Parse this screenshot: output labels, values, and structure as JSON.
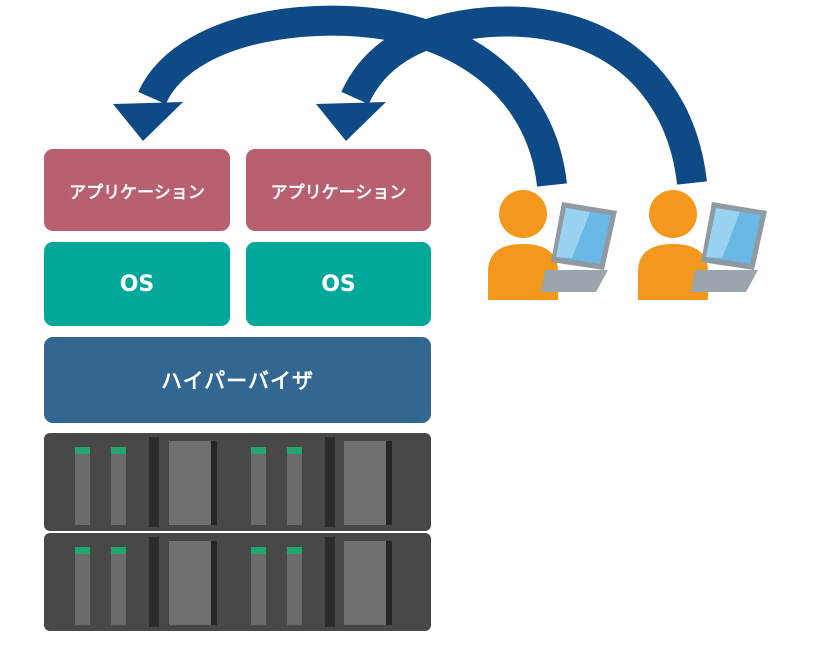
{
  "stack": {
    "apps": [
      "アプリケーション",
      "アプリケーション"
    ],
    "os": [
      "OS",
      "OS"
    ],
    "hypervisor": "ハイパーバイザ"
  },
  "colors": {
    "application": "#b86070",
    "os": "#00a89a",
    "hypervisor": "#316791",
    "arrow": "#0d4a86",
    "user": "#f3981c",
    "laptop_screen": "#69b8e6",
    "server": "#484848"
  },
  "icons": [
    "user-icon",
    "laptop-icon",
    "curved-arrow-icon",
    "server-rack-icon"
  ]
}
